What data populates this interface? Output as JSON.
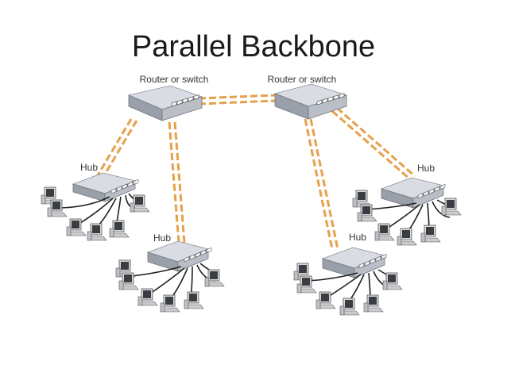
{
  "title": "Parallel Backbone",
  "labels": {
    "router_left": "Router or switch",
    "router_right": "Router or switch",
    "hub": "Hub"
  },
  "colors": {
    "link": "#e6a04a",
    "device_top": "#d9dce3",
    "device_front": "#9aa0aa",
    "cable": "#222222",
    "pc": "#b7b9bd"
  },
  "icons": [
    "router-icon",
    "hub-icon",
    "computer-icon"
  ]
}
